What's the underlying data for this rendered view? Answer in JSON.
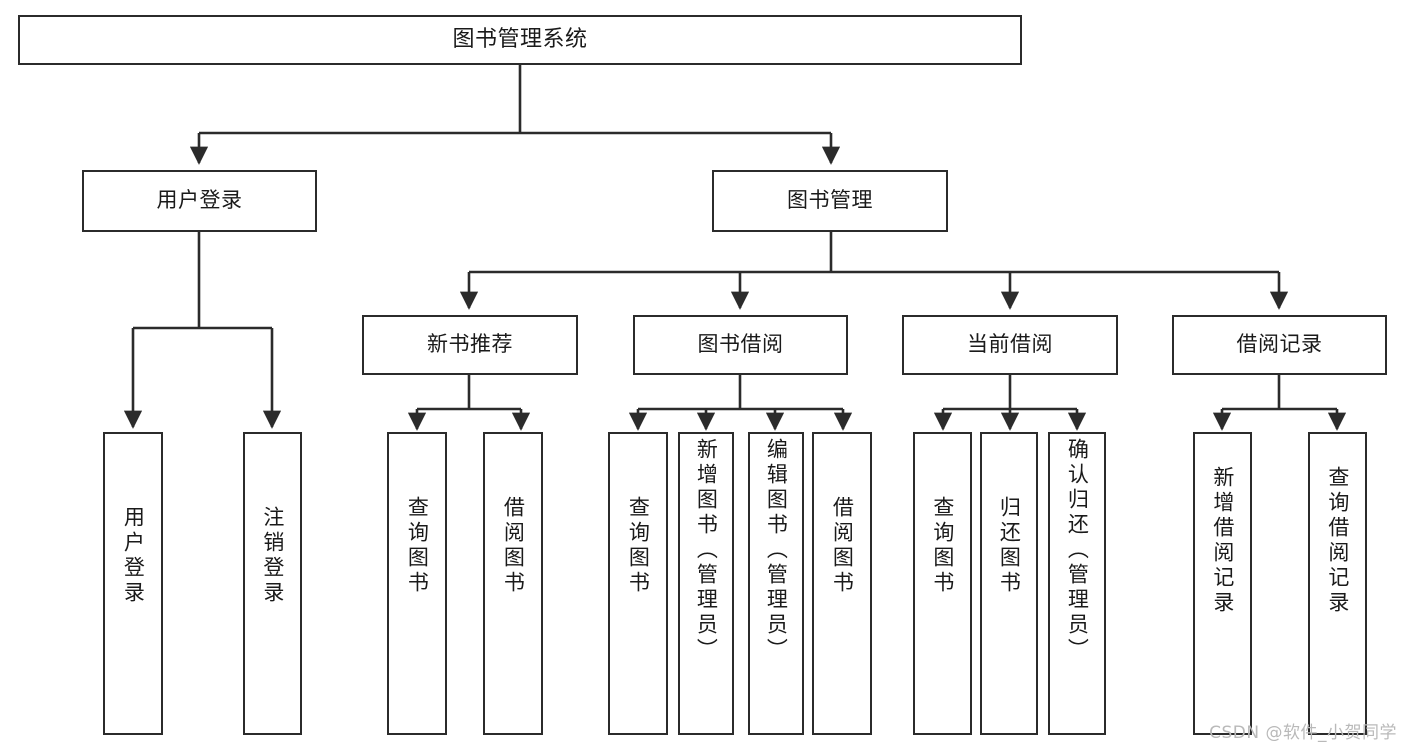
{
  "diagram": {
    "title": "图书管理系统",
    "type": "tree",
    "watermark": "CSDN @软件_小贺同学",
    "colors": {
      "stroke": "#2b2b2b",
      "fill": "#ffffff",
      "text": "#1a1a1a",
      "watermark": "#b9b9b9"
    },
    "root": {
      "label": "图书管理系统"
    },
    "level1": [
      {
        "label": "用户登录"
      },
      {
        "label": "图书管理"
      }
    ],
    "level2": [
      {
        "label": "新书推荐"
      },
      {
        "label": "图书借阅"
      },
      {
        "label": "当前借阅"
      },
      {
        "label": "借阅记录"
      }
    ],
    "leaves": [
      {
        "label": "用户登录",
        "parent": "用户登录"
      },
      {
        "label": "注销登录",
        "parent": "用户登录"
      },
      {
        "label": "查询图书",
        "parent": "新书推荐"
      },
      {
        "label": "借阅图书",
        "parent": "新书推荐"
      },
      {
        "label": "查询图书",
        "parent": "图书借阅"
      },
      {
        "label": "新增图书（管理员）",
        "parent": "图书借阅"
      },
      {
        "label": "编辑图书（管理员）",
        "parent": "图书借阅"
      },
      {
        "label": "借阅图书",
        "parent": "图书借阅"
      },
      {
        "label": "查询图书",
        "parent": "当前借阅"
      },
      {
        "label": "归还图书",
        "parent": "当前借阅"
      },
      {
        "label": "确认归还（管理员）",
        "parent": "当前借阅"
      },
      {
        "label": "新增借阅记录",
        "parent": "借阅记录"
      },
      {
        "label": "查询借阅记录",
        "parent": "借阅记录"
      }
    ]
  }
}
